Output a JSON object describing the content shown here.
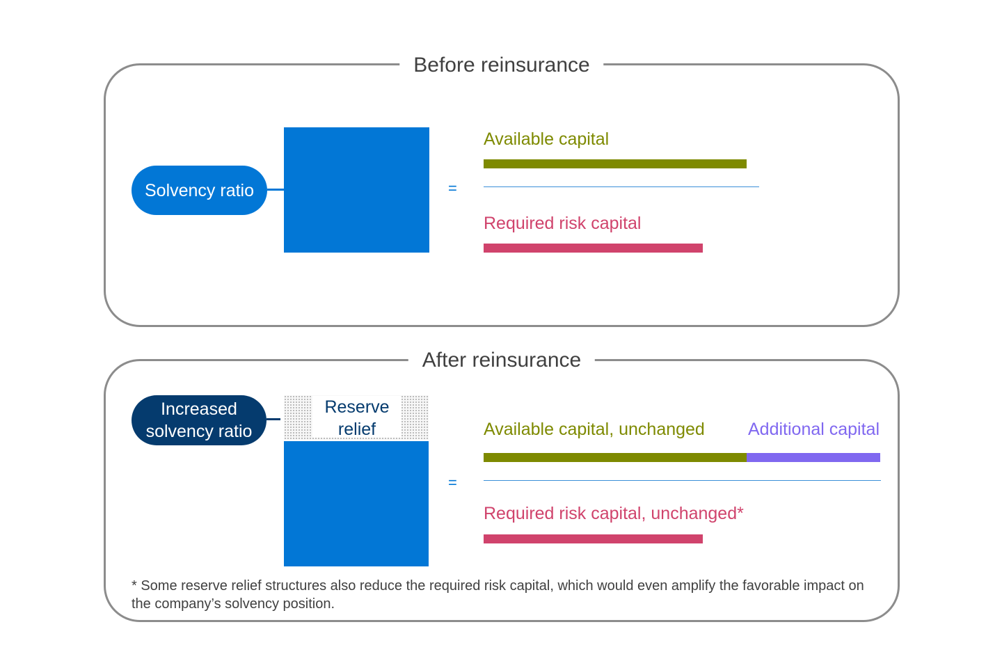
{
  "before": {
    "title": "Before reinsurance",
    "pill_label": "Solvency ratio",
    "equals": "=",
    "numerator_label": "Available capital",
    "denominator_label": "Required risk capital"
  },
  "after": {
    "title": "After reinsurance",
    "pill_label": "Increased solvency ratio",
    "relief_label": "Reserve relief",
    "equals": "=",
    "numerator_label": "Available capital, unchanged",
    "additional_label": "Additional capital",
    "denominator_label": "Required risk capital, unchanged*",
    "footnote": "* Some reserve relief structures also reduce the required risk capital, which would even amplify the favorable impact on the company’s solvency position."
  },
  "colors": {
    "ratio_blue": "#0277d6",
    "dark_navy": "#053b6e",
    "available_olive": "#7e8a00",
    "required_pink": "#d0436c",
    "additional_violet": "#8068f0",
    "frame_grey": "#8c8c8c"
  }
}
